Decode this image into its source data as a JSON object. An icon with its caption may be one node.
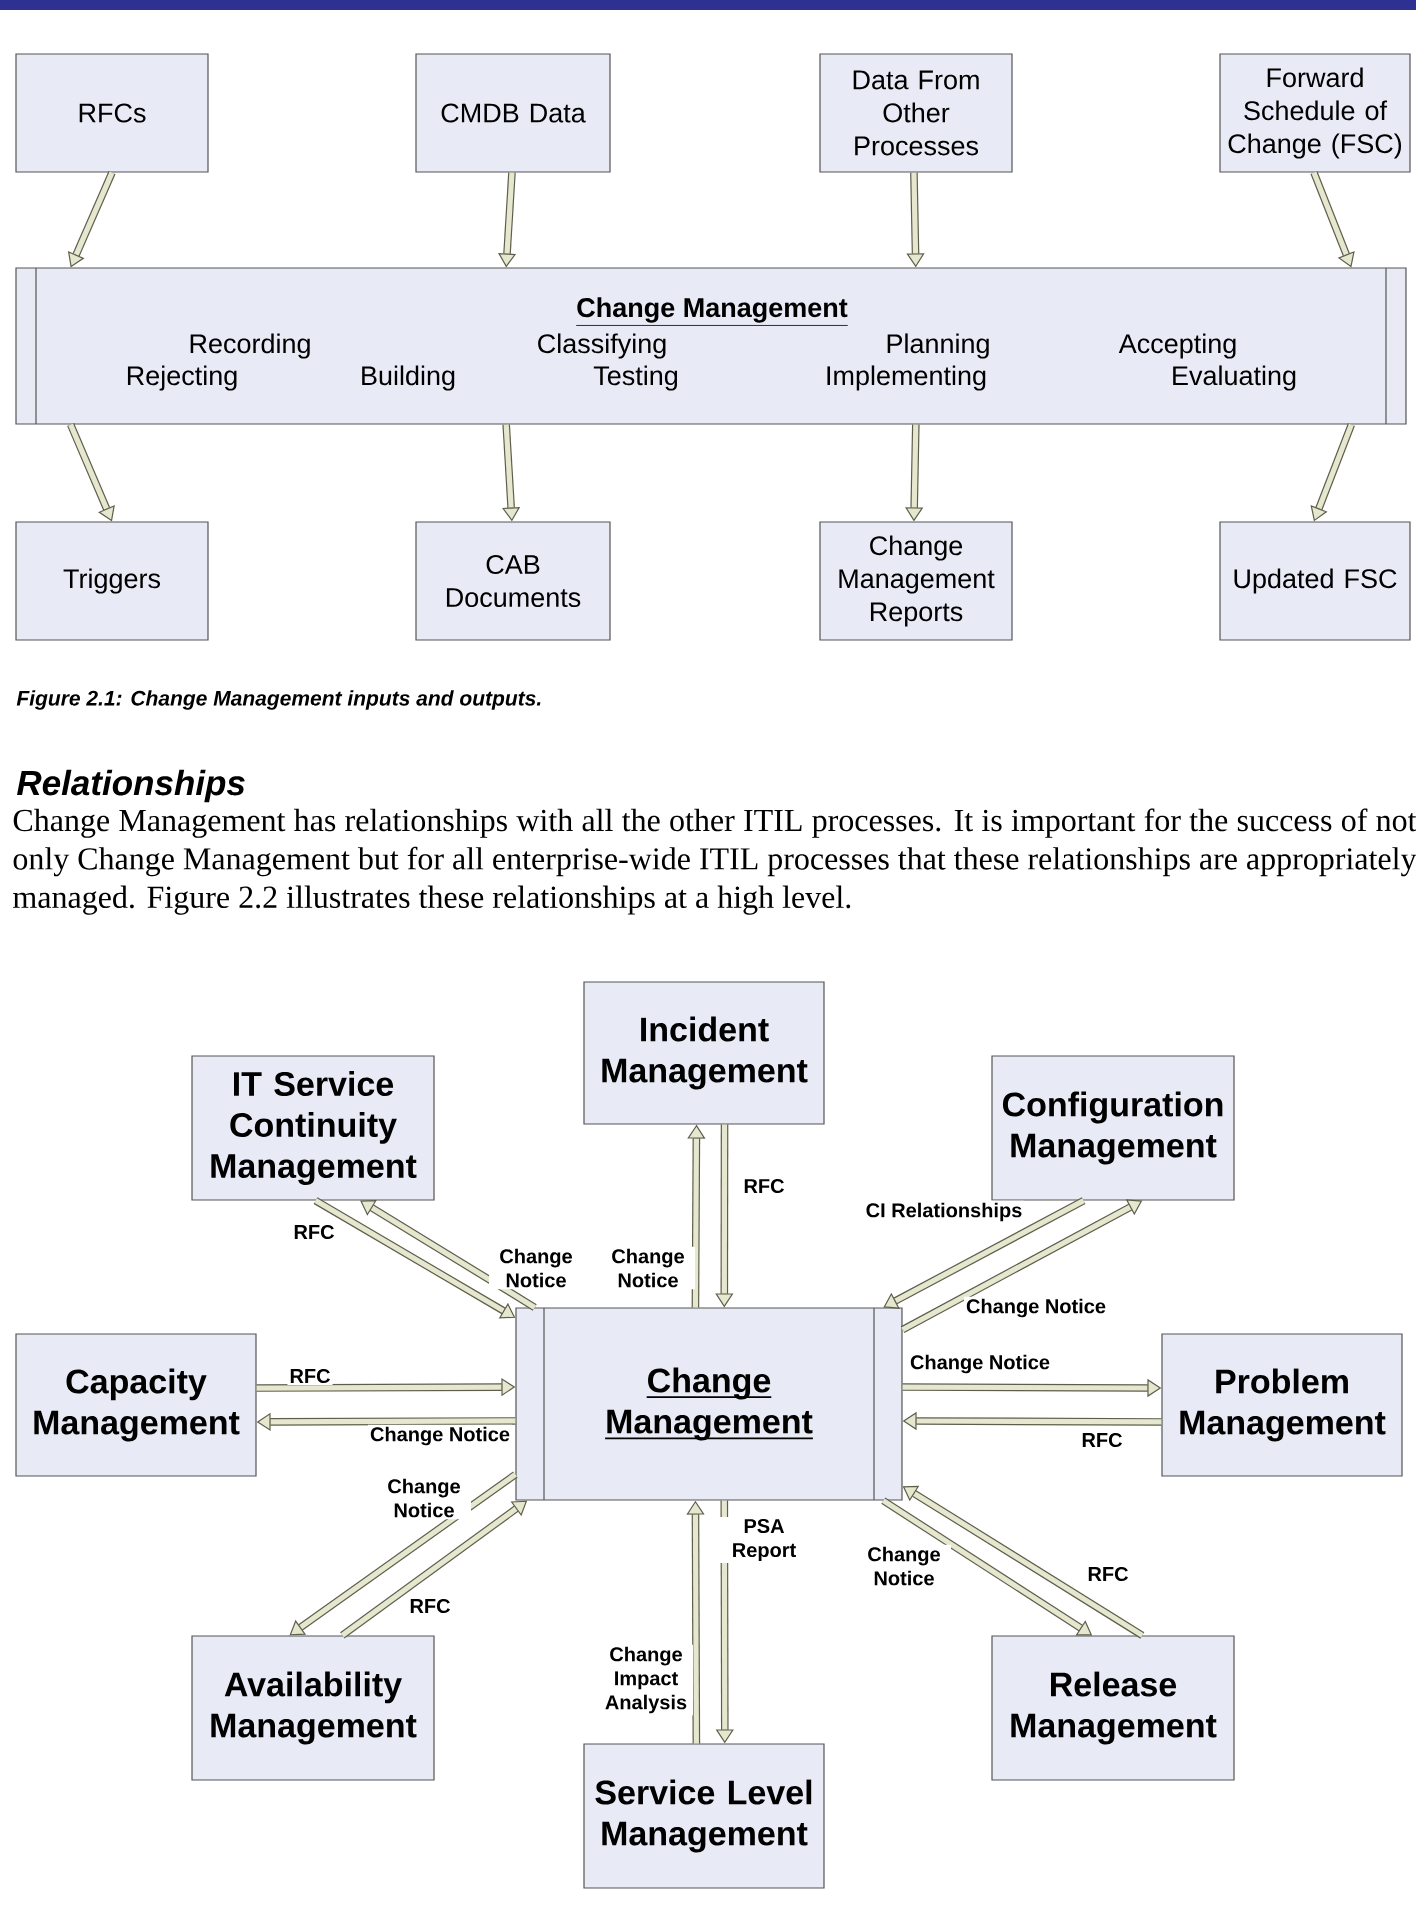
{
  "diagram": {
    "caption": "Figure 2.1: Change Management inputs and outputs.",
    "nodes": [
      {
        "text": [
          "RFCs"
        ]
      },
      {
        "text": [
          "CMDB Data"
        ]
      },
      {
        "text": [
          "Data From Other Processes"
        ]
      },
      {
        "text": [
          "Forward Schedule of Change (FSC)"
        ]
      },
      {
        "text": [
          "Change Management",
          "Recording",
          "Classifying",
          "Planning",
          "Accepting",
          "Rejecting",
          "Building",
          "Testing",
          "Implementing",
          "Evaluating"
        ]
      },
      {
        "text": [
          "Triggers"
        ]
      },
      {
        "text": [
          "CAB Documents"
        ]
      },
      {
        "text": [
          "Change Management Reports"
        ]
      },
      {
        "text": [
          "Updated FSC"
        ]
      },
      {
        "text": [
          "Incident Management"
        ]
      },
      {
        "text": [
          "IT Service Continuity Management"
        ]
      },
      {
        "text": [
          "Configuration Management"
        ]
      },
      {
        "text": [
          "Capacity Management"
        ]
      },
      {
        "text": [
          "Change Management"
        ]
      },
      {
        "text": [
          "Problem Management"
        ]
      },
      {
        "text": [
          "Availability Management"
        ]
      },
      {
        "text": [
          "Release Management"
        ]
      },
      {
        "text": [
          "Service Level Management"
        ]
      }
    ],
    "edges": [
      {
        "from": 0,
        "to": 4,
        "arrow": "to"
      },
      {
        "from": 1,
        "to": 4,
        "arrow": "to"
      },
      {
        "from": 2,
        "to": 4,
        "arrow": "to"
      },
      {
        "from": 3,
        "to": 4,
        "arrow": "to"
      },
      {
        "from": 4,
        "to": 5,
        "arrow": "to"
      },
      {
        "from": 4,
        "to": 6,
        "arrow": "to"
      },
      {
        "from": 4,
        "to": 7,
        "arrow": "to"
      },
      {
        "from": 4,
        "to": 8,
        "arrow": "to"
      },
      {
        "from": 13,
        "to": 9,
        "arrow": "to",
        "label": "Change Notice"
      },
      {
        "from": 9,
        "to": 13,
        "arrow": "to",
        "label": "RFC"
      },
      {
        "from": 10,
        "to": 13,
        "arrow": "to",
        "label": "RFC"
      },
      {
        "from": 13,
        "to": 10,
        "arrow": "to",
        "label": "Change Notice"
      },
      {
        "from": 11,
        "to": 13,
        "arrow": "to",
        "label": "CI Relationships"
      },
      {
        "from": 13,
        "to": 11,
        "arrow": "to",
        "label": "Change Notice"
      },
      {
        "from": 12,
        "to": 13,
        "arrow": "to",
        "label": "RFC"
      },
      {
        "from": 13,
        "to": 12,
        "arrow": "to",
        "label": "Change Notice"
      },
      {
        "from": 13,
        "to": 14,
        "arrow": "to",
        "label": "Change Notice"
      },
      {
        "from": 14,
        "to": 13,
        "arrow": "to",
        "label": "RFC"
      },
      {
        "from": 13,
        "to": 15,
        "arrow": "to",
        "label": "Change Notice"
      },
      {
        "from": 15,
        "to": 13,
        "arrow": "to",
        "label": "RFC"
      },
      {
        "from": 13,
        "to": 16,
        "arrow": "to",
        "label": "Change Notice"
      },
      {
        "from": 16,
        "to": 13,
        "arrow": "to",
        "label": "RFC"
      },
      {
        "from": 17,
        "to": 13,
        "arrow": "to",
        "label": "Change Impact Analysis"
      },
      {
        "from": 13,
        "to": 17,
        "arrow": "to",
        "label": "PSA Report"
      }
    ],
    "labels": [
      "Relationships",
      "Change Management has relationships with all the other ITIL processes. It is important for the success of not only Change Management but for all enterprise-wide ITIL processes that these relationships are appropriately managed. Figure 2.2 illustrates these relationships at a high level."
    ]
  }
}
